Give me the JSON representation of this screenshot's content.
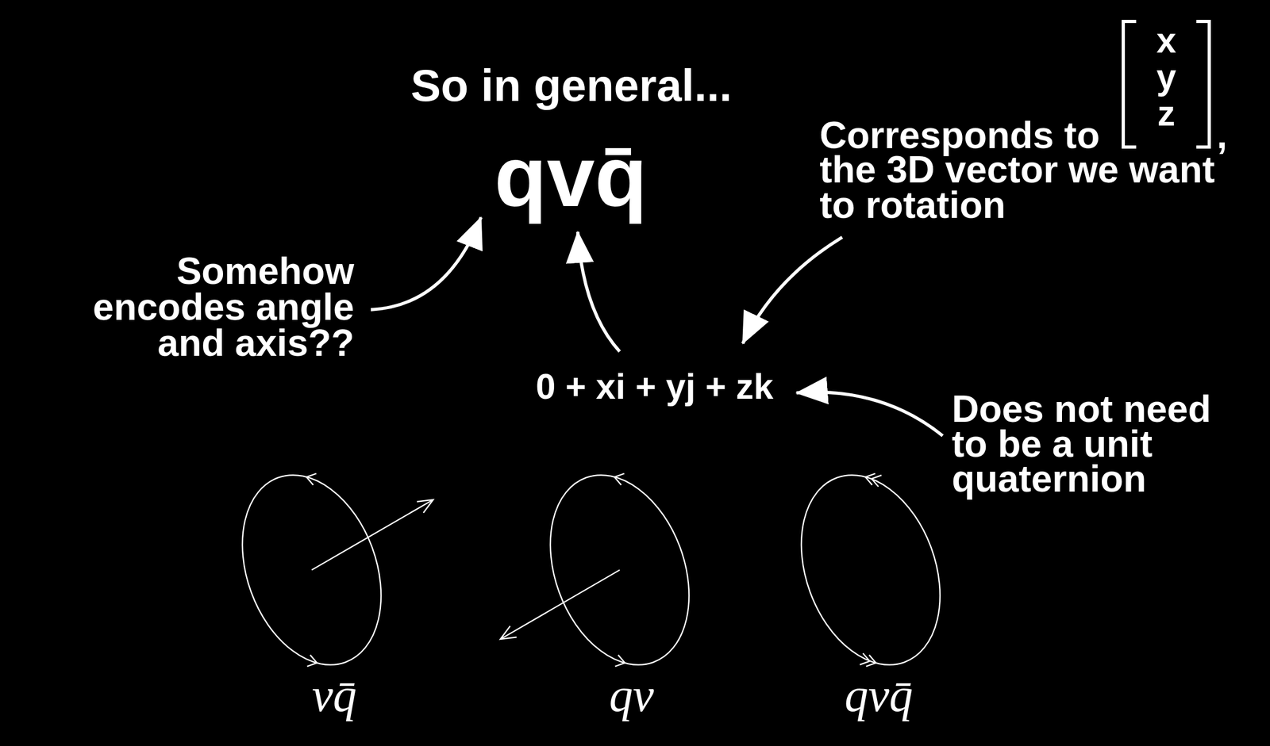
{
  "diagram": {
    "title": "So in general...",
    "labels": [
      "qvq̄",
      "Somehow encodes angle and axis??",
      "Corresponds to",
      "x",
      "y",
      "z",
      ",",
      "the 3D vector we want to rotation",
      "0 + xi + yj + zk",
      "Does not need to be a unit quaternion",
      "vq̄",
      "qv",
      "qvq̄"
    ]
  }
}
